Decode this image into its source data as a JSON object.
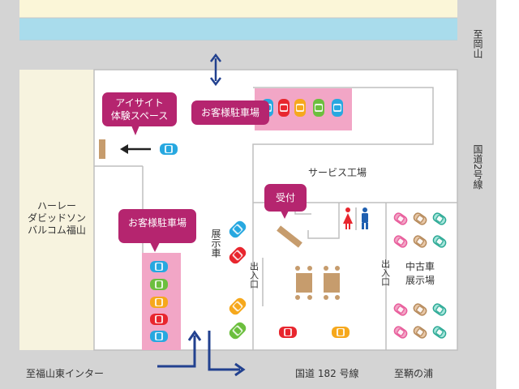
{
  "labels": {
    "to_okayama": "至岡山",
    "national_route_2": "国道2号線",
    "harley": [
      "ハーレー",
      "ダビッドソン",
      "バルコム福山"
    ],
    "eyesight": [
      "アイサイト",
      "体験スペース"
    ],
    "customer_parking": "お客様駐車場",
    "service_shop": "サービス工場",
    "reception": "受付",
    "display_cars": "展示車",
    "entrance": "出入口",
    "used_cars": [
      "中古車",
      "展示場"
    ],
    "to_fukuyama_ic": "至福山東インター",
    "route_182": "国道 182 号線",
    "to_tomonoura": "至鞆の浦"
  },
  "icons": {
    "restroom": "restroom-icon",
    "car": "car-icon",
    "table": "table-icon",
    "arrow": "arrow-icon"
  },
  "colors": {
    "road": "#d4d4d4",
    "river": "#a9dcec",
    "land_top": "#fbf6d8",
    "land_left": "#f7f3df",
    "parking": "#f2a6c6",
    "bubble": "#b5256f",
    "arrow": "#22418f",
    "table": "#c69c6d",
    "wall": "#bfbfbf"
  }
}
